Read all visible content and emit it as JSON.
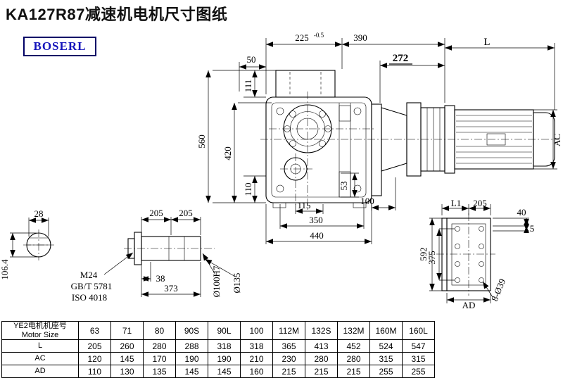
{
  "page": {
    "title": "KA127R87减速机电机尺寸图纸",
    "logo": "BOSERL"
  },
  "drawing": {
    "dims": {
      "d50": "50",
      "d225": "225",
      "tol225": "-0.5",
      "d390": "390",
      "d272": "272",
      "dL": "L",
      "d560": "560",
      "d420": "420",
      "d111": "111",
      "d110": "110",
      "d53": "53",
      "d115": "115",
      "d100": "100",
      "d350": "350",
      "d440": "440",
      "dAC": "AC",
      "d28": "28",
      "d106_4": "106.4",
      "d205a": "205",
      "d205b": "205",
      "m24": "M24",
      "gb": "GB/T 5781",
      "iso": "ISO 4018",
      "d38": "38",
      "d373": "373",
      "dia100": "Ø100H7",
      "dia135": "Ø135",
      "dL1": "L1",
      "d205c": "205",
      "d40": "40",
      "d5": "5",
      "d592": "592",
      "d375": "375",
      "dAD": "AD",
      "holes": "8-Ø39"
    }
  },
  "table": {
    "corner_cn": "YE2电机机座号",
    "corner_en": "Motor Size",
    "columns": [
      "63",
      "71",
      "80",
      "90S",
      "90L",
      "100",
      "112M",
      "132S",
      "132M",
      "160M",
      "160L"
    ],
    "rows": [
      {
        "label": "L",
        "values": [
          "205",
          "260",
          "280",
          "288",
          "318",
          "318",
          "365",
          "413",
          "452",
          "524",
          "547"
        ]
      },
      {
        "label": "AC",
        "values": [
          "120",
          "145",
          "170",
          "190",
          "190",
          "210",
          "230",
          "280",
          "280",
          "315",
          "315"
        ]
      },
      {
        "label": "AD",
        "values": [
          "110",
          "130",
          "135",
          "145",
          "145",
          "160",
          "215",
          "215",
          "215",
          "255",
          "255"
        ]
      }
    ]
  }
}
